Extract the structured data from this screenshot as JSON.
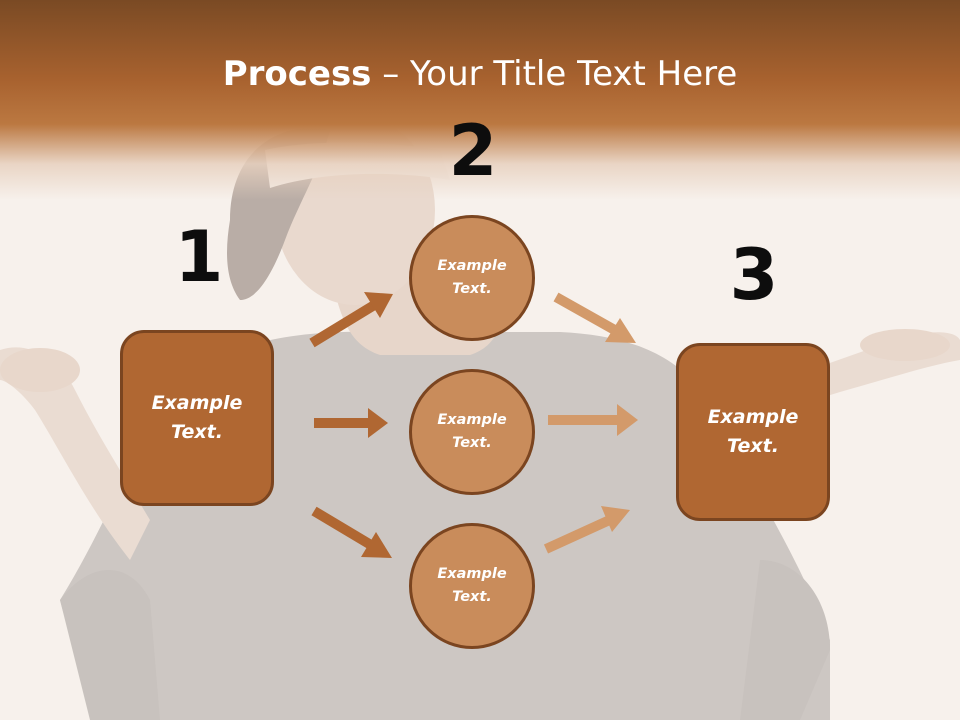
{
  "slide": {
    "title_bold": "Process",
    "title_rest": " – Your Title Text Here",
    "step_numbers": [
      "1",
      "2",
      "3"
    ],
    "left_box": "Example Text.",
    "right_box": "Example Text.",
    "circles": [
      "Example Text.",
      "Example Text.",
      "Example Text."
    ]
  },
  "colors": {
    "header_dark": "#7a4a24",
    "header_light": "#bb7841",
    "box_fill": "#b06732",
    "circle_fill": "#c98c5b",
    "border": "#7b4520",
    "arrow_left": "#b06732",
    "arrow_right": "#d39a6a"
  },
  "background_image": "woman-blindfolded-shrugging-photo"
}
